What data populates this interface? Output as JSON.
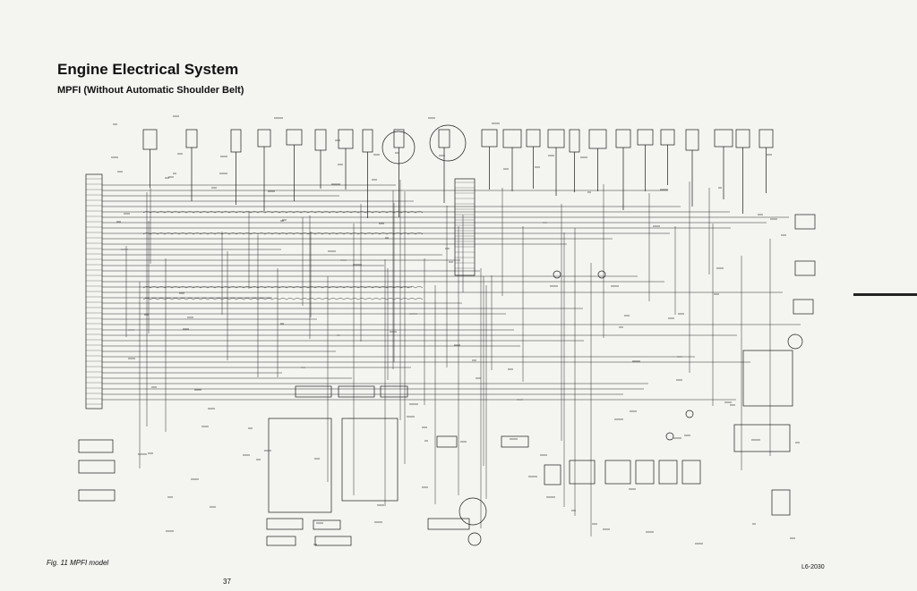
{
  "title": "Engine Electrical System",
  "subtitle": "MPFI (Without Automatic Shoulder Belt)",
  "caption": "Fig. 11 MPFI model",
  "doc_number": "L6-2030",
  "page_number": "37"
}
